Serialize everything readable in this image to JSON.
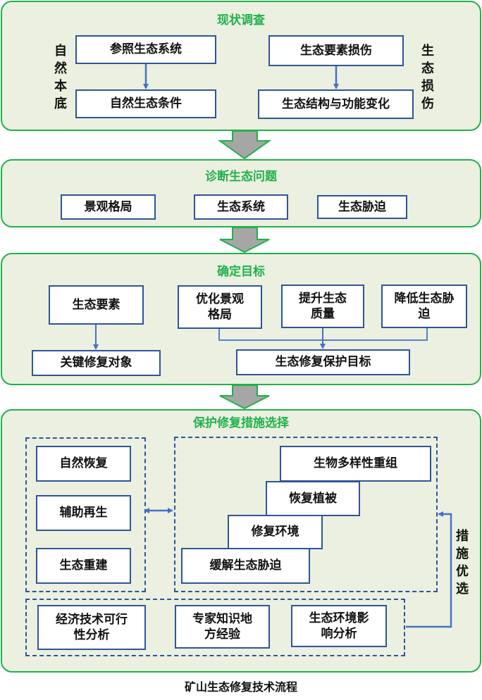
{
  "colors": {
    "panel_border": "#22b14c",
    "panel_fill": "#ebf0e0",
    "box_border": "#2f5597",
    "connector": "#4472c4",
    "big_arrow_fill": "#a6a6a6"
  },
  "stage1": {
    "title": "现状调查",
    "left_label": "自然本底",
    "right_label": "生态损伤",
    "boxes": [
      "参照生态系统",
      "自然生态条件",
      "生态要素损伤",
      "生态结构与功能变化"
    ]
  },
  "stage2": {
    "title": "诊断生态问题",
    "boxes": [
      "景观格局",
      "生态系统",
      "生态胁迫"
    ]
  },
  "stage3": {
    "title": "确定目标",
    "boxes": [
      "生态要素",
      "关键修复对象",
      "优化景观格局",
      "提升生态质量",
      "降低生态胁迫",
      "生态修复保护目标"
    ]
  },
  "stage4": {
    "title": "保护修复措施选择",
    "modes": [
      "自然恢复",
      "辅助再生",
      "生态重建"
    ],
    "steps": [
      "生物多样性重组",
      "恢复植被",
      "修复环境",
      "缓解生态胁迫"
    ],
    "analysis": [
      "经济技术可行性分析",
      "专家知识地方经验",
      "生态环境影响分析"
    ],
    "side_label": "措施优选"
  },
  "caption": "矿山生态修复技术流程"
}
